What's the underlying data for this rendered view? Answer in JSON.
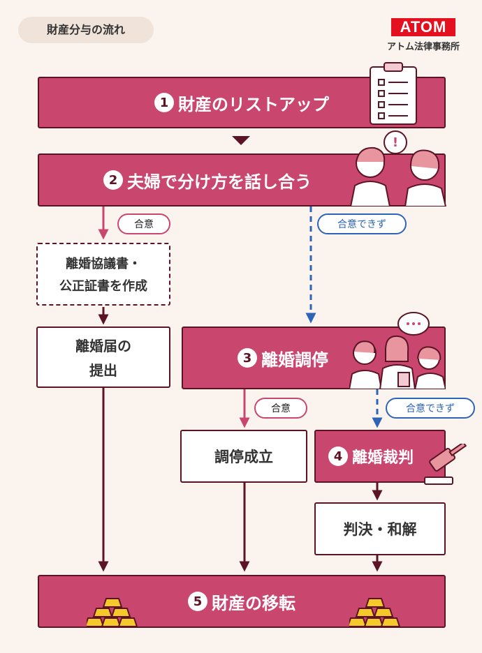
{
  "header": {
    "tag": "財産分与の流れ"
  },
  "logo": {
    "brand": "ATOM",
    "sub": "アトム法律事務所"
  },
  "steps": {
    "s1": {
      "num": "1",
      "label": "財産のリストアップ"
    },
    "s2": {
      "num": "2",
      "label": "夫婦で分け方を話し合う"
    },
    "s3": {
      "num": "3",
      "label": "離婚調停"
    },
    "s4": {
      "num": "4",
      "label": "離婚裁判"
    },
    "s5": {
      "num": "5",
      "label": "財産の移転"
    }
  },
  "boxes": {
    "agreement_doc": {
      "line1": "離婚協議書・",
      "line2": "公正証書を作成"
    },
    "divorce_notice": {
      "line1": "離婚届の",
      "line2": "提出"
    },
    "mediation_success": "調停成立",
    "judgment": "判決・和解"
  },
  "labels": {
    "agree1": "合意",
    "disagree1": "合意できず",
    "agree2": "合意",
    "disagree2": "合意できず"
  },
  "colors": {
    "bar": "#C9476F",
    "outline": "#5C1425",
    "blue": "#2E64B8",
    "background": "#FBF3EE"
  }
}
